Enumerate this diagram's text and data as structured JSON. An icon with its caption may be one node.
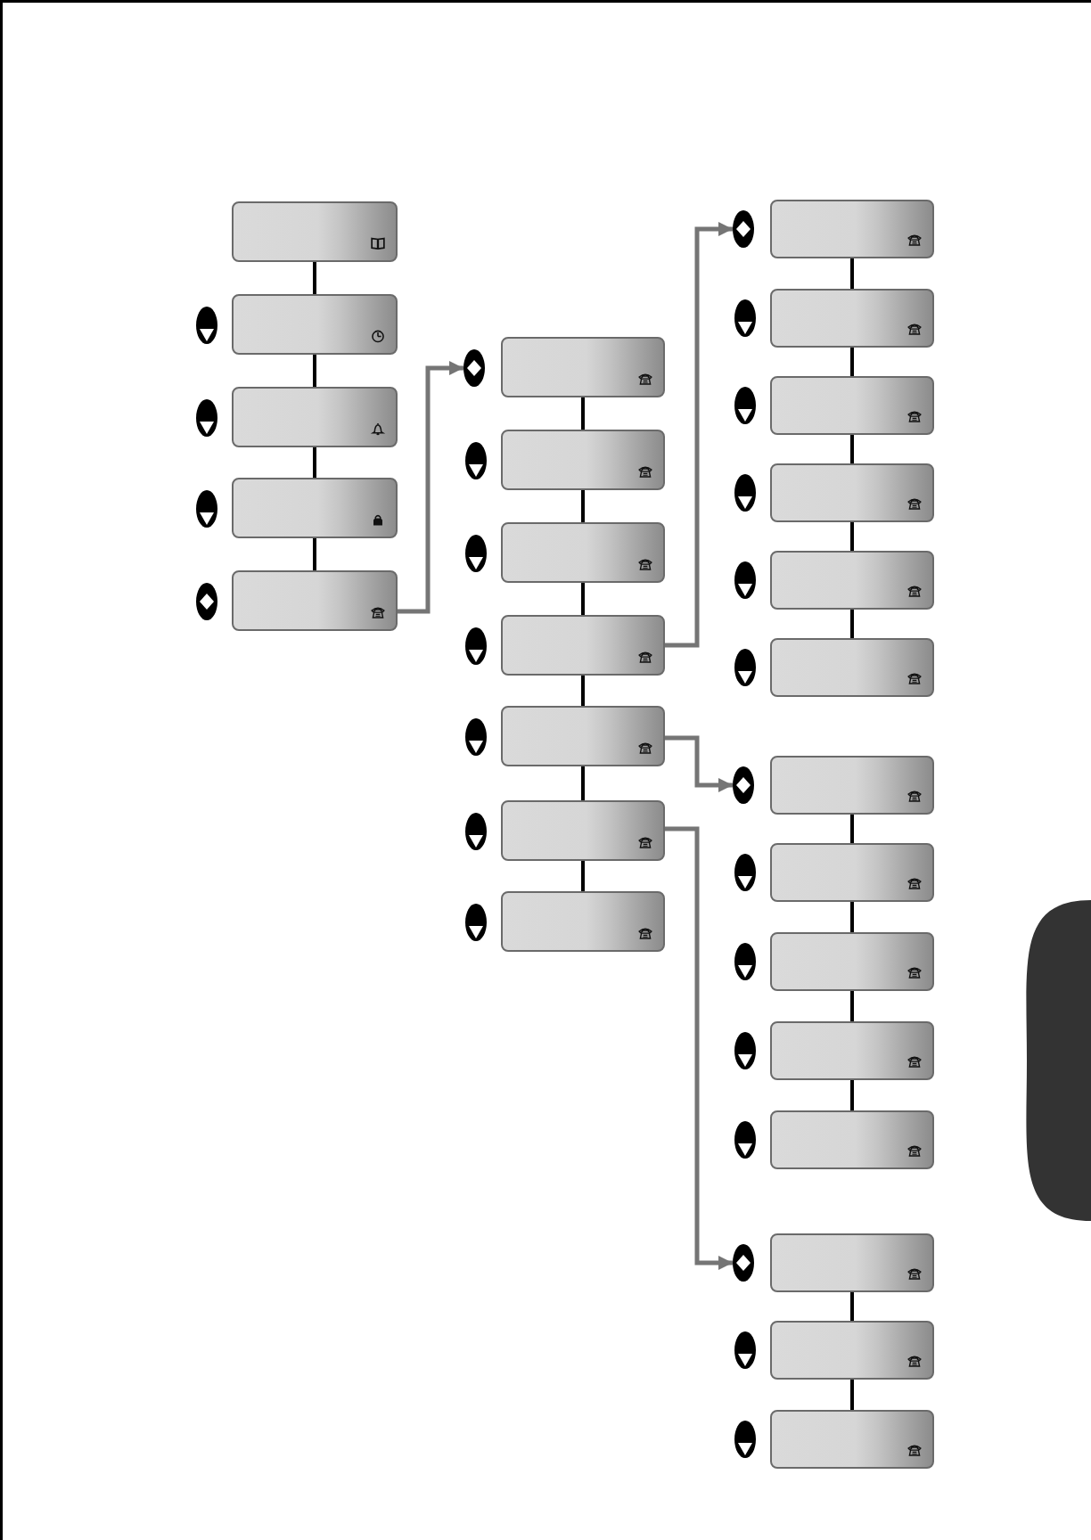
{
  "diagram": {
    "nodes": [
      {
        "text": [],
        "shape": "box"
      },
      {
        "text": [],
        "shape": "box"
      },
      {
        "text": [],
        "shape": "box"
      },
      {
        "text": [],
        "shape": "box"
      },
      {
        "text": [],
        "shape": "box"
      },
      {
        "text": [],
        "shape": "button"
      },
      {
        "text": [],
        "shape": "box"
      },
      {
        "text": [],
        "shape": "box"
      },
      {
        "text": [],
        "shape": "box"
      },
      {
        "text": [],
        "shape": "box"
      },
      {
        "text": [],
        "shape": "box"
      },
      {
        "text": [],
        "shape": "box"
      },
      {
        "text": [],
        "shape": "box"
      },
      {
        "text": [],
        "shape": "button"
      },
      {
        "text": [],
        "shape": "box"
      },
      {
        "text": [],
        "shape": "box"
      },
      {
        "text": [],
        "shape": "box"
      },
      {
        "text": [],
        "shape": "box"
      },
      {
        "text": [],
        "shape": "box"
      },
      {
        "text": [],
        "shape": "box"
      },
      {
        "text": [],
        "shape": "button"
      },
      {
        "text": [],
        "shape": "box"
      },
      {
        "text": [],
        "shape": "box"
      },
      {
        "text": [],
        "shape": "box"
      },
      {
        "text": [],
        "shape": "box"
      },
      {
        "text": [],
        "shape": "box"
      },
      {
        "text": [],
        "shape": "button"
      },
      {
        "text": [],
        "shape": "box"
      },
      {
        "text": [],
        "shape": "box"
      },
      {
        "text": [],
        "shape": "box"
      }
    ],
    "edges": [
      {
        "from": 0,
        "to": 1,
        "arrow": "none"
      },
      {
        "from": 1,
        "to": 2,
        "arrow": "none"
      },
      {
        "from": 2,
        "to": 3,
        "arrow": "none"
      },
      {
        "from": 3,
        "to": 4,
        "arrow": "none"
      },
      {
        "from": 4,
        "to": 5,
        "arrow": "to",
        "color": "#757575"
      },
      {
        "from": 6,
        "to": 7,
        "arrow": "none"
      },
      {
        "from": 7,
        "to": 8,
        "arrow": "none"
      },
      {
        "from": 8,
        "to": 9,
        "arrow": "none"
      },
      {
        "from": 9,
        "to": 10,
        "arrow": "none"
      },
      {
        "from": 10,
        "to": 11,
        "arrow": "none"
      },
      {
        "from": 11,
        "to": 12,
        "arrow": "none"
      },
      {
        "from": 9,
        "to": 13,
        "arrow": "to",
        "color": "#757575"
      },
      {
        "from": 14,
        "to": 15,
        "arrow": "none"
      },
      {
        "from": 15,
        "to": 16,
        "arrow": "none"
      },
      {
        "from": 16,
        "to": 17,
        "arrow": "none"
      },
      {
        "from": 17,
        "to": 18,
        "arrow": "none"
      },
      {
        "from": 18,
        "to": 19,
        "arrow": "none"
      },
      {
        "from": 10,
        "to": 20,
        "arrow": "to",
        "color": "#757575"
      },
      {
        "from": 21,
        "to": 22,
        "arrow": "none"
      },
      {
        "from": 22,
        "to": 23,
        "arrow": "none"
      },
      {
        "from": 23,
        "to": 24,
        "arrow": "none"
      },
      {
        "from": 24,
        "to": 25,
        "arrow": "none"
      },
      {
        "from": 11,
        "to": 26,
        "arrow": "to",
        "color": "#757575"
      },
      {
        "from": 27,
        "to": 28,
        "arrow": "none"
      },
      {
        "from": 28,
        "to": 29,
        "arrow": "none"
      }
    ]
  }
}
